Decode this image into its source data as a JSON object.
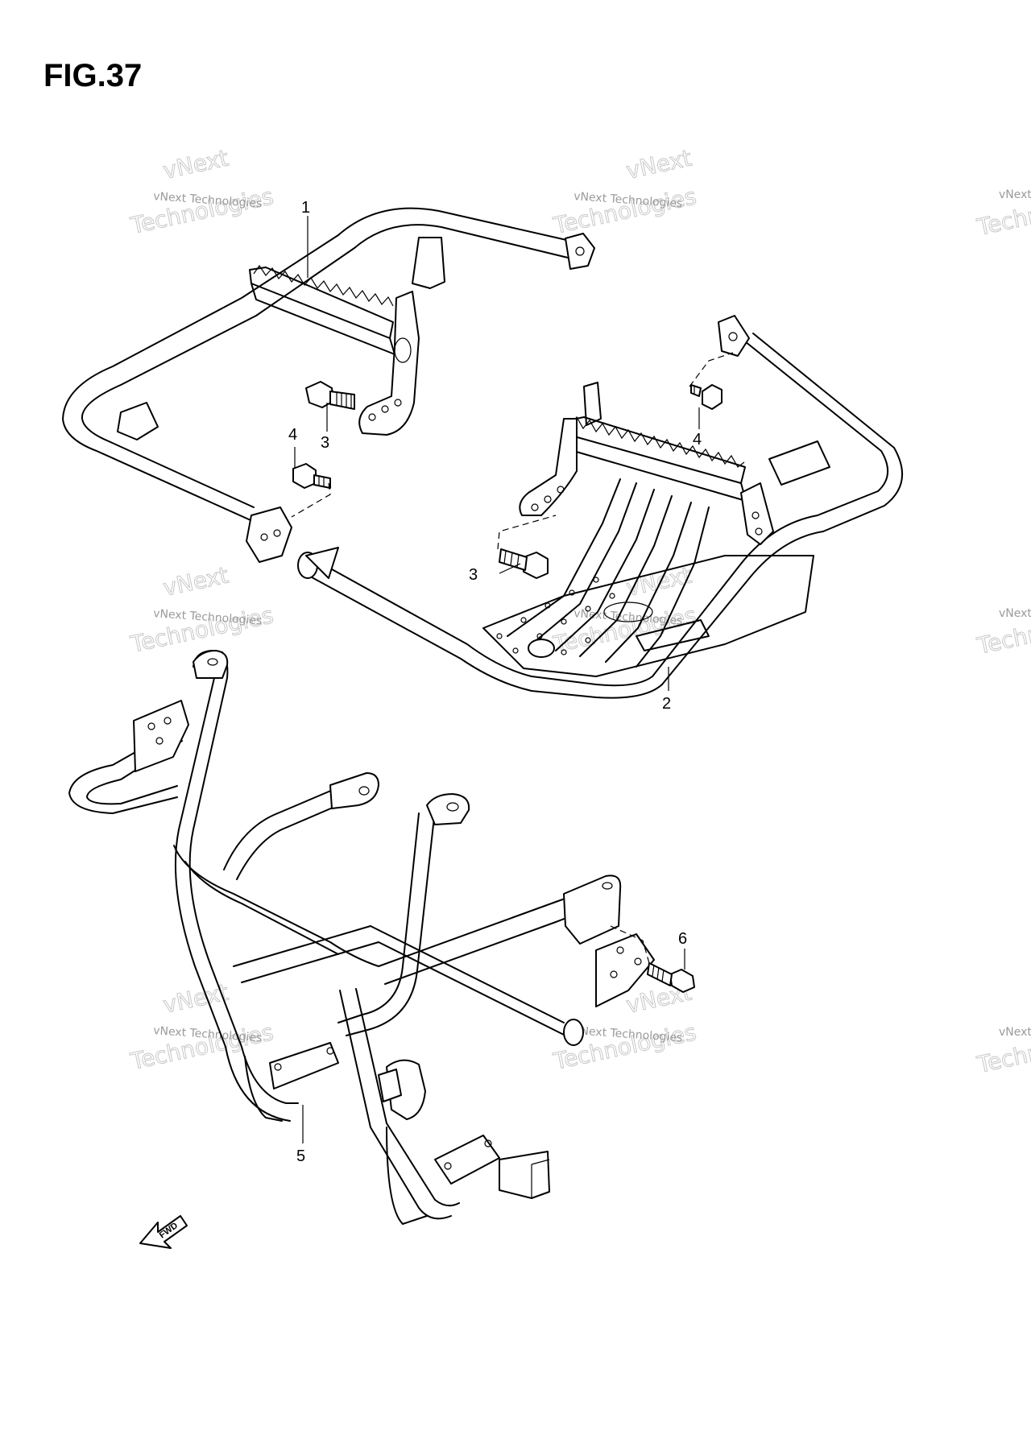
{
  "figure": {
    "title": "FIG.37"
  },
  "callouts": {
    "c1": "1",
    "c2": "2",
    "c3a": "3",
    "c3b": "3",
    "c4a": "4",
    "c4b": "4",
    "c5": "5",
    "c6": "6"
  },
  "fwd_label": "FWD",
  "watermark": {
    "line1": "vNext Technologies",
    "line2": "vNext",
    "line3": "Technologies"
  }
}
